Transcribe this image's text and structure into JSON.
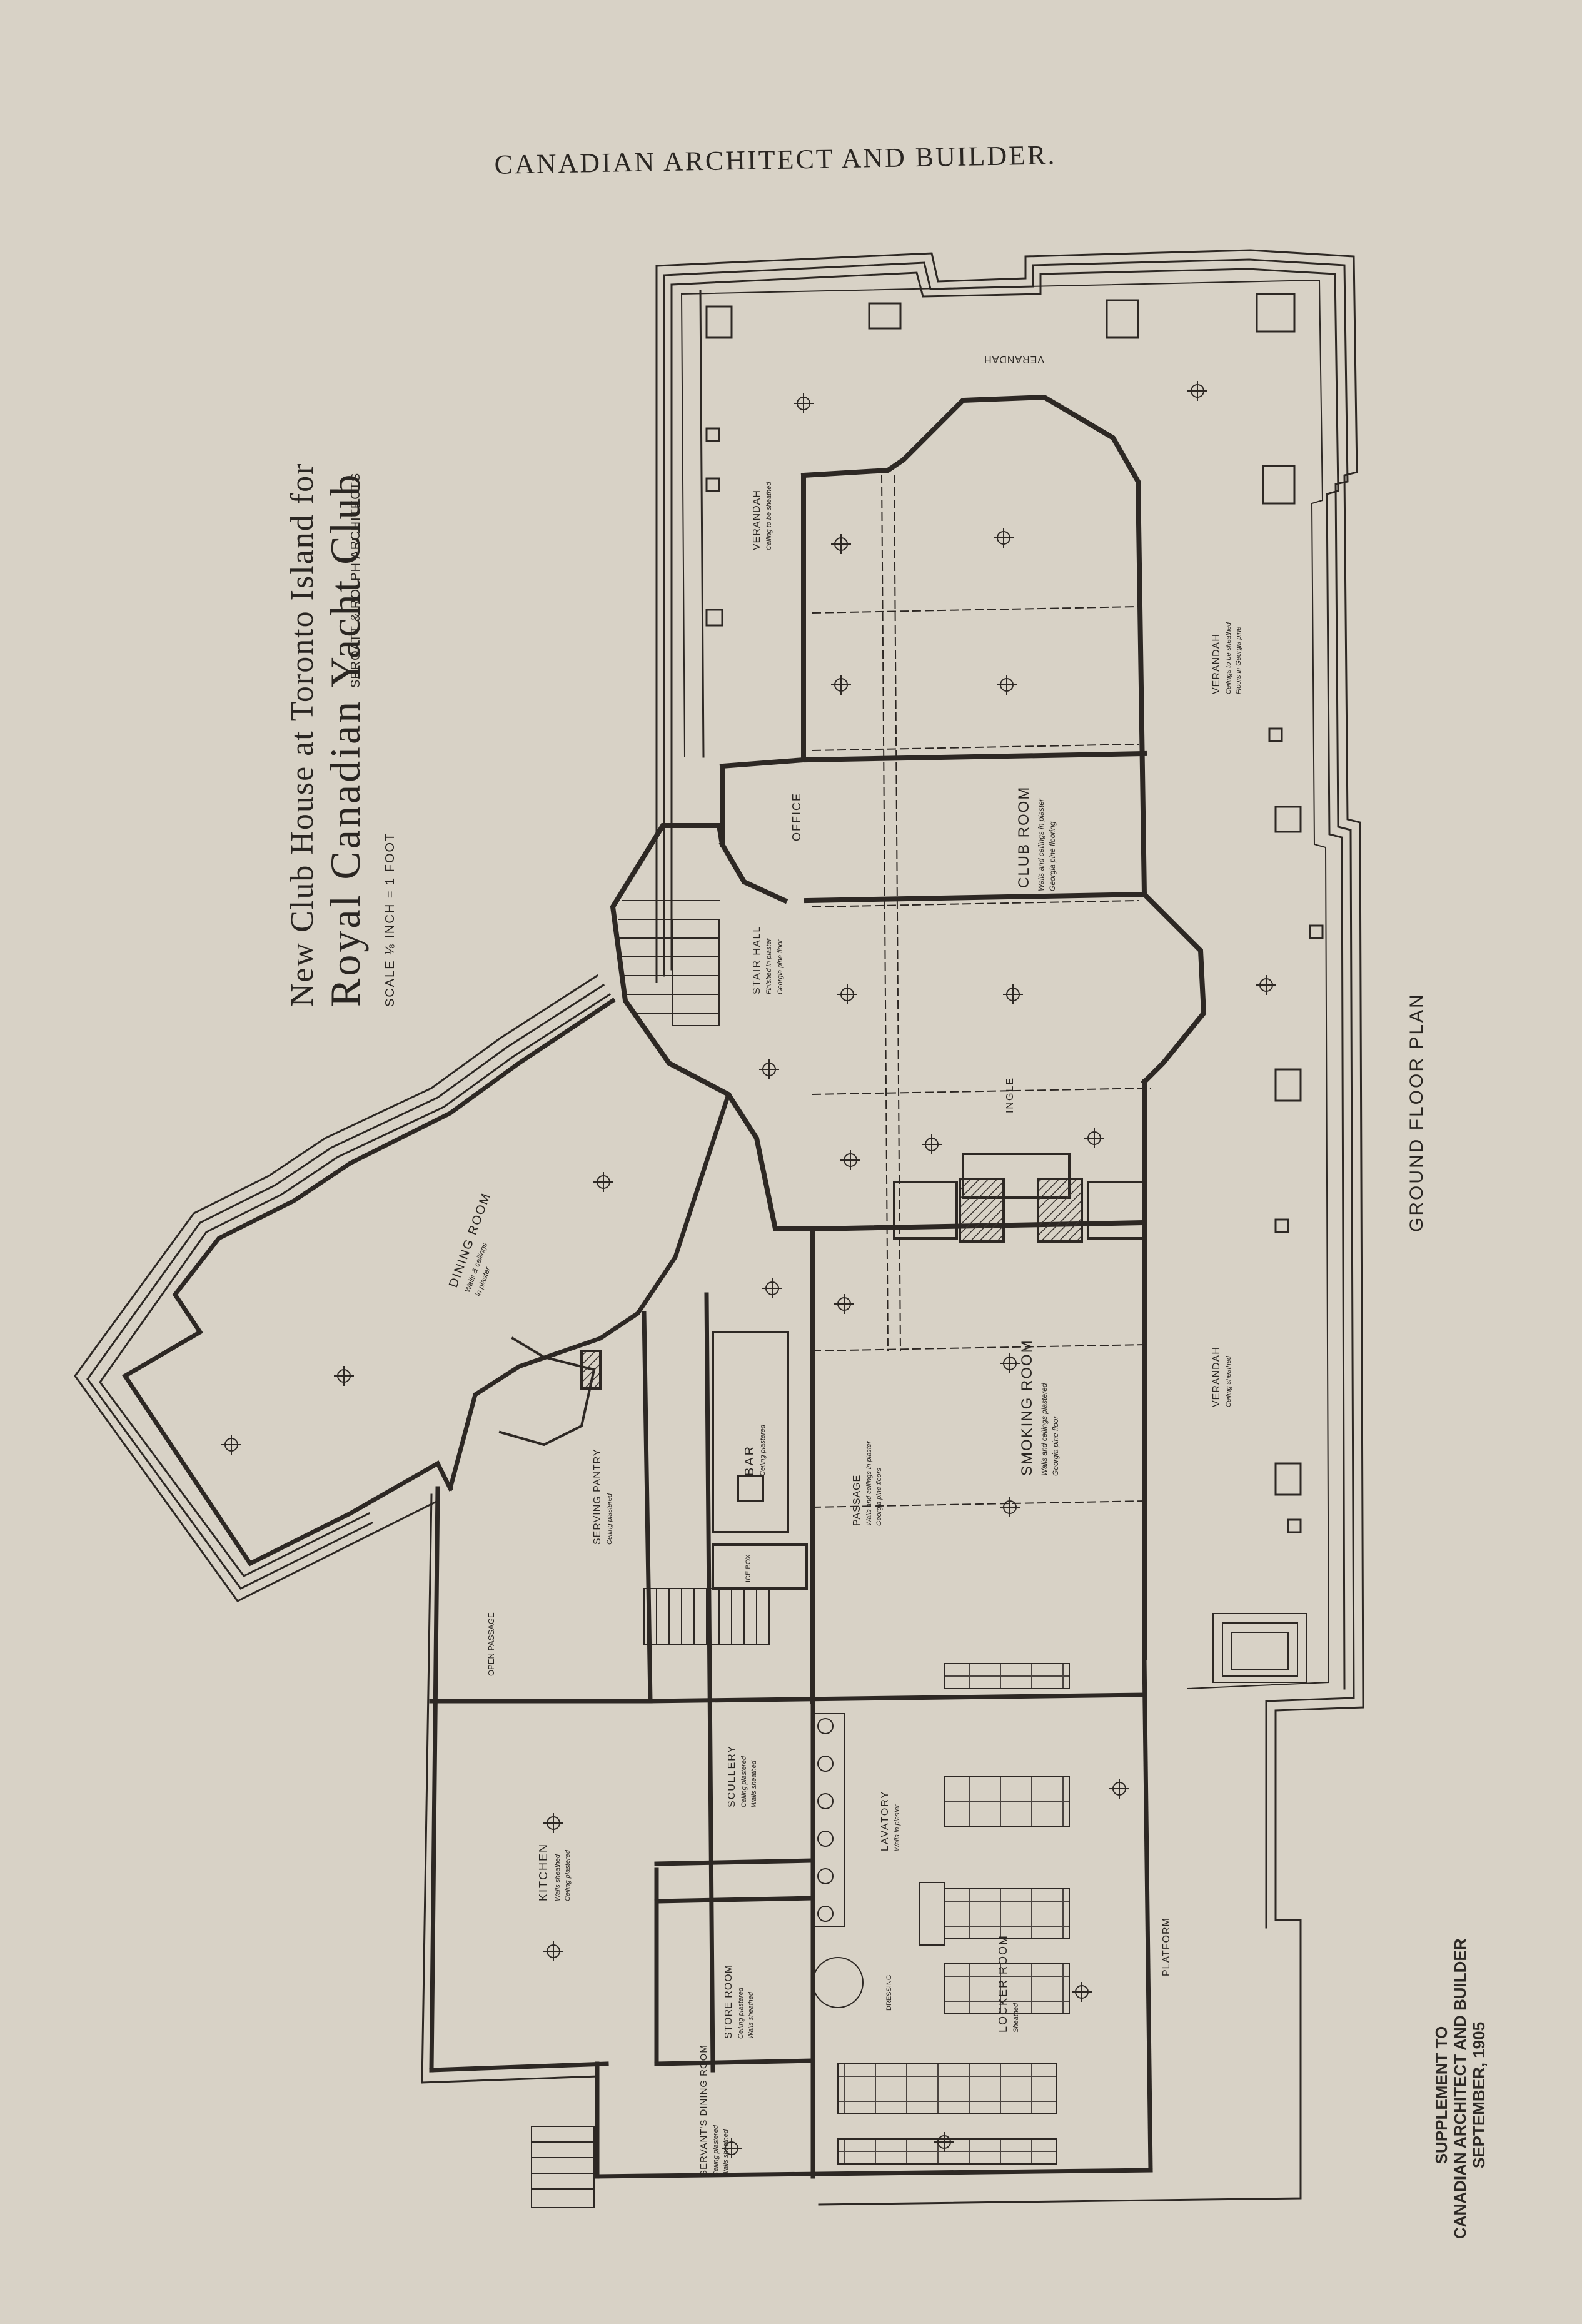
{
  "header": {
    "masthead": "CANADIAN ARCHITECT AND BUILDER."
  },
  "title_block": {
    "line1": "New Club House at Toronto Island for",
    "line2": "Royal Canadian Yacht Club",
    "scale": "SCALE ⅛ INCH = 1 FOOT",
    "architects": "SPROATT & ROLPH ARCHITECTS"
  },
  "plan": {
    "label": "GROUND FLOOR PLAN",
    "rooms": {
      "club_room": "CLUB ROOM",
      "club_room_note1": "Walls and ceilings in plaster",
      "club_room_note2": "Georgia pine flooring",
      "office": "OFFICE",
      "stair_hall": "STAIR HALL",
      "stair_hall_note1": "Finished in plaster",
      "stair_hall_note2": "Georgia pine floor",
      "ingle": "INGLE",
      "smoking_room": "SMOKING ROOM",
      "smoking_room_note1": "Walls and ceilings plastered",
      "smoking_room_note2": "Georgia pine floor",
      "dining_room": "DINING ROOM",
      "dining_room_note1": "Walls & ceilings",
      "dining_room_note2": "in plaster",
      "serving_pantry": "SERVING PANTRY",
      "serving_pantry_note": "Ceiling plastered",
      "bar": "BAR",
      "bar_note": "Ceiling plastered",
      "ice_box": "ICE BOX",
      "passage": "PASSAGE",
      "passage_note1": "Walls and ceilings in plaster",
      "passage_note2": "Georgia pine floors",
      "kitchen": "KITCHEN",
      "kitchen_note1": "Walls sheathed",
      "kitchen_note2": "Ceiling plastered",
      "scullery": "SCULLERY",
      "scullery_note1": "Ceiling plastered",
      "scullery_note2": "Walls sheathed",
      "store_room": "STORE ROOM",
      "store_room_note1": "Ceiling plastered",
      "store_room_note2": "Walls sheathed",
      "servants_dining_room": "SERVANT'S DINING ROOM",
      "servants_note1": "Ceiling plastered",
      "servants_note2": "Walls sheathed",
      "lavatory": "LAVATORY",
      "lavatory_note1": "Walls in plaster",
      "locker_room": "LOCKER ROOM",
      "locker_room_note": "Sheathed",
      "platform": "PLATFORM",
      "verandah_top": "VERANDAH",
      "verandah_left": "VERANDAH",
      "verandah_left_note": "Ceiling to be sheathed",
      "verandah_right": "VERANDAH",
      "verandah_right_note1": "Ceilings to be sheathed",
      "verandah_right_note2": "Floors in Georgia pine",
      "verandah_lower": "VERANDAH",
      "verandah_lower_note": "Ceiling sheathed",
      "open_passage": "OPEN PASSAGE",
      "dressing": "DRESSING"
    }
  },
  "footer": {
    "line1": "SUPPLEMENT TO",
    "line2": "CANADIAN ARCHITECT AND BUILDER",
    "line3": "SEPTEMBER, 1905"
  },
  "colors": {
    "paper": "#d8d2c6",
    "ink": "#2a2622"
  }
}
